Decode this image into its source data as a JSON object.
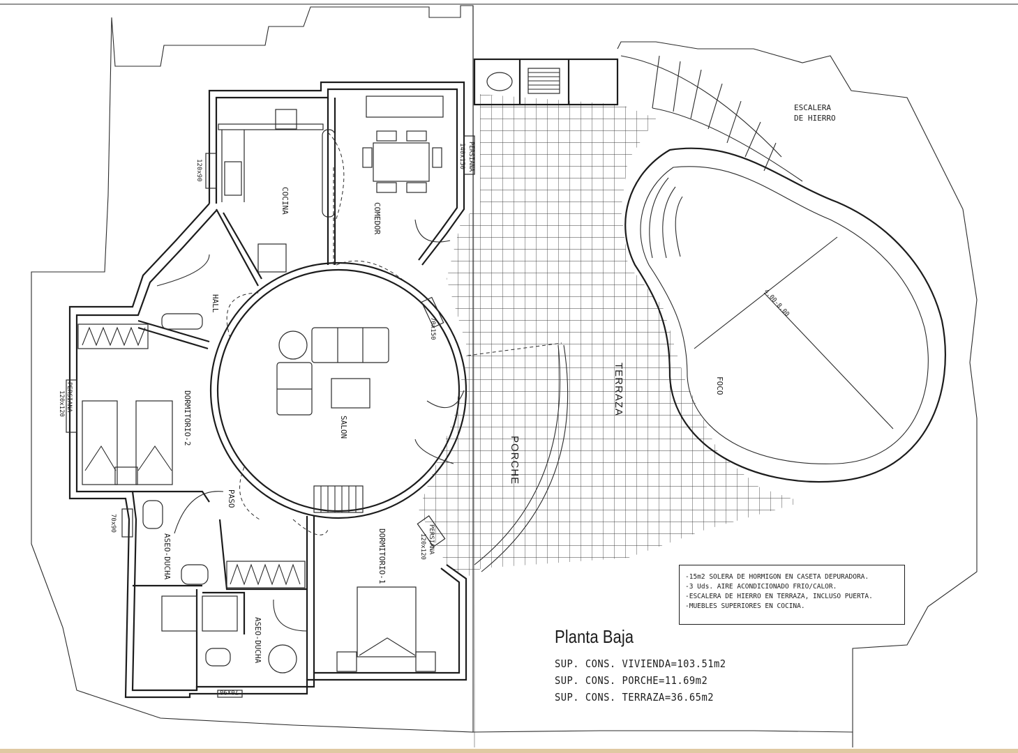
{
  "rooms": {
    "cocina": "COCINA",
    "comedor": "COMEDOR",
    "hall": "HALL",
    "salon": "SALON",
    "dormitorio2": "DORMITORIO-2",
    "dormitorio1": "DORMITORIO-1",
    "paso": "PASO",
    "aseo1": "ASEO-DUCHA",
    "aseo2": "ASEO-DUCHA",
    "porche": "PORCHE",
    "terraza": "TERRAZA",
    "foco": "FOCO",
    "escalera": [
      "ESCALERA",
      "DE HIERRO"
    ]
  },
  "dimensions": {
    "w_cocina": "120x90",
    "w_comedor": "140x150",
    "persiana_comedor": "PERSIANA",
    "w_dorm2": "120x120",
    "persiana_dorm2": "PERSIANA",
    "w_aseo": "70x90",
    "w_bottom": "70x90",
    "w_salon": "70x150",
    "w_dorm1": "120x120",
    "persiana_dorm1": "PERSIANA",
    "pool": "4.00-8.00"
  },
  "notes": [
    "-15m2 SOLERA DE HORMIGON EN CASETA DEPURADORA.",
    "-3 Uds. AIRE ACONDICIONADO FRIO/CALOR.",
    "-ESCALERA DE HIERRO EN TERRAZA, INCLUSO PUERTA.",
    "-MUEBLES SUPERIORES EN COCINA."
  ],
  "title": "Planta Baja",
  "areas": [
    "SUP. CONS. VIVIENDA=103.51m2",
    "SUP. CONS. PORCHE=11.69m2",
    "SUP. CONS. TERRAZA=36.65m2"
  ]
}
